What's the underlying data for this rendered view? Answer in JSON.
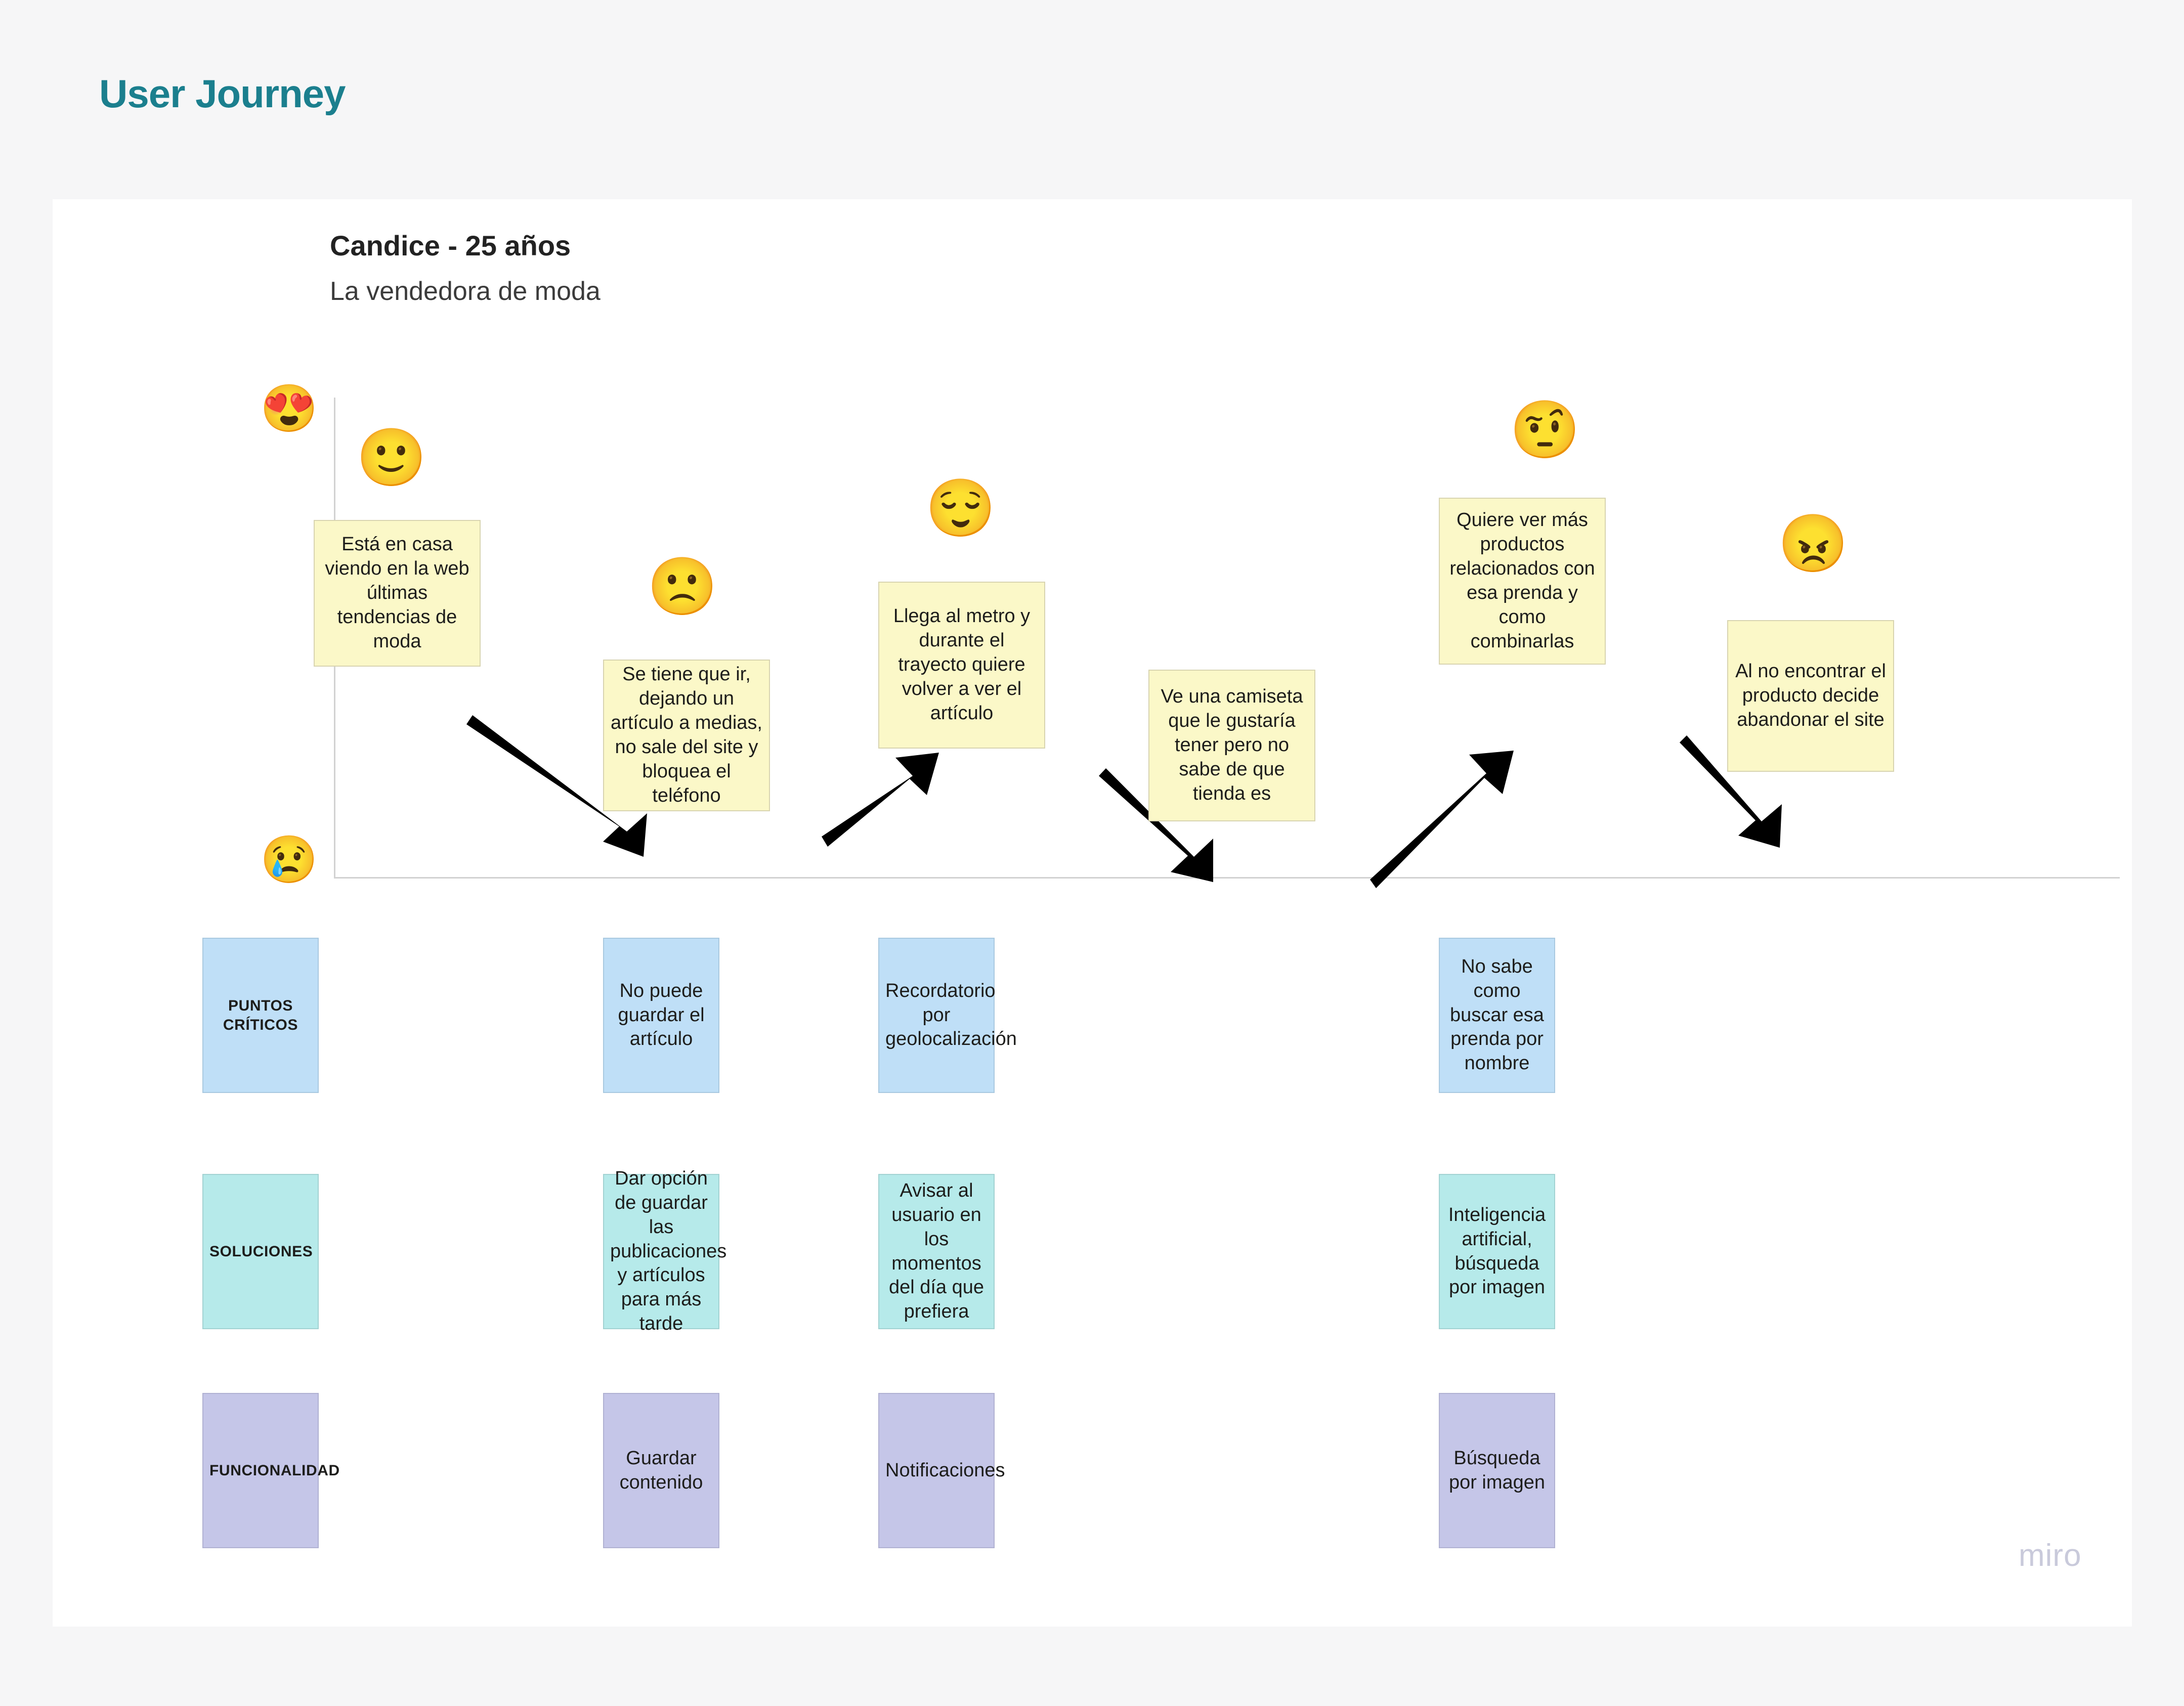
{
  "page": {
    "title": "User Journey",
    "accent_color": "#1b7f8e",
    "background": "#f6f6f7",
    "watermark": "miro"
  },
  "persona": {
    "name": "Candice - 25 años",
    "role": "La vendedora de moda"
  },
  "emotion_axis": {
    "top_emoji": "😍",
    "top_emoji_name": "heart-eyes-face",
    "bottom_emoji": "😢",
    "bottom_emoji_name": "crying-face"
  },
  "journey": {
    "steps": [
      {
        "emoji": "🙂",
        "emoji_name": "slightly-smiling-face",
        "text": "Está en casa viendo en la web últimas tendencias de moda"
      },
      {
        "emoji": "🙁",
        "emoji_name": "slightly-frowning-face",
        "text": "Se tiene que ir, dejando un artículo a medias, no sale del site y bloquea el teléfono"
      },
      {
        "emoji": "😌",
        "emoji_name": "relieved-face",
        "text": "Llega al metro y durante el trayecto quiere volver a ver el artículo"
      },
      {
        "emoji": "",
        "emoji_name": "",
        "text": "Ve una camiseta que le gustaría tener pero no sabe de que tienda es"
      },
      {
        "emoji": "🤨",
        "emoji_name": "face-with-raised-eyebrow",
        "text": "Quiere ver más productos relacionados con esa prenda y como combinarlas"
      },
      {
        "emoji": "😠",
        "emoji_name": "angry-face",
        "text": "Al no encontrar el producto decide abandonar el site"
      }
    ]
  },
  "sections": [
    {
      "key": "critical",
      "header": "PUNTOS CRÍTICOS",
      "color": "#bfdff7",
      "cards": [
        "No puede guardar el artículo",
        "Recordatorio por geolocalización",
        "No sabe como buscar esa prenda por nombre"
      ]
    },
    {
      "key": "solutions",
      "header": "SOLUCIONES",
      "color": "#b6eaea",
      "cards": [
        "Dar opción de guardar las publicaciones y artículos para más tarde",
        "Avisar al usuario en los momentos del día que prefiera",
        "Inteligencia artificial, búsqueda por imagen"
      ]
    },
    {
      "key": "features",
      "header": "FUNCIONALIDAD",
      "color": "#c5c6e8",
      "cards": [
        "Guardar contenido",
        "Notificaciones",
        "Búsqueda por imagen"
      ]
    }
  ]
}
